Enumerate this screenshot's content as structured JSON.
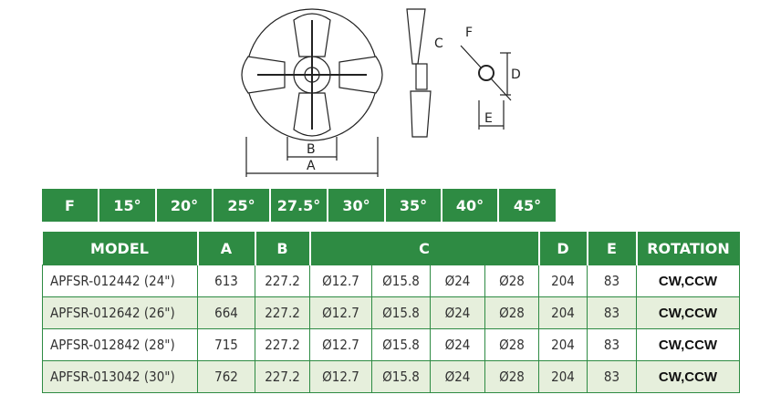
{
  "diagram": {
    "labels": [
      "A",
      "B",
      "C",
      "D",
      "E",
      "F"
    ]
  },
  "angles": {
    "label": "F",
    "values": [
      "15°",
      "20°",
      "25°",
      "27.5°",
      "30°",
      "35°",
      "40°",
      "45°"
    ]
  },
  "table": {
    "headers": [
      "MODEL",
      "A",
      "B",
      "C",
      "D",
      "E",
      "ROTATION"
    ],
    "rows": [
      {
        "model": "APFSR-012442 (24\")",
        "a": "613",
        "b": "227.2",
        "c": [
          "Ø12.7",
          "Ø15.8",
          "Ø24",
          "Ø28"
        ],
        "d": "204",
        "e": "83",
        "rotation": "CW,CCW"
      },
      {
        "model": "APFSR-012642 (26\")",
        "a": "664",
        "b": "227.2",
        "c": [
          "Ø12.7",
          "Ø15.8",
          "Ø24",
          "Ø28"
        ],
        "d": "204",
        "e": "83",
        "rotation": "CW,CCW"
      },
      {
        "model": "APFSR-012842 (28\")",
        "a": "715",
        "b": "227.2",
        "c": [
          "Ø12.7",
          "Ø15.8",
          "Ø24",
          "Ø28"
        ],
        "d": "204",
        "e": "83",
        "rotation": "CW,CCW"
      },
      {
        "model": "APFSR-013042 (30\")",
        "a": "762",
        "b": "227.2",
        "c": [
          "Ø12.7",
          "Ø15.8",
          "Ø24",
          "Ø28"
        ],
        "d": "204",
        "e": "83",
        "rotation": "CW,CCW"
      }
    ]
  }
}
